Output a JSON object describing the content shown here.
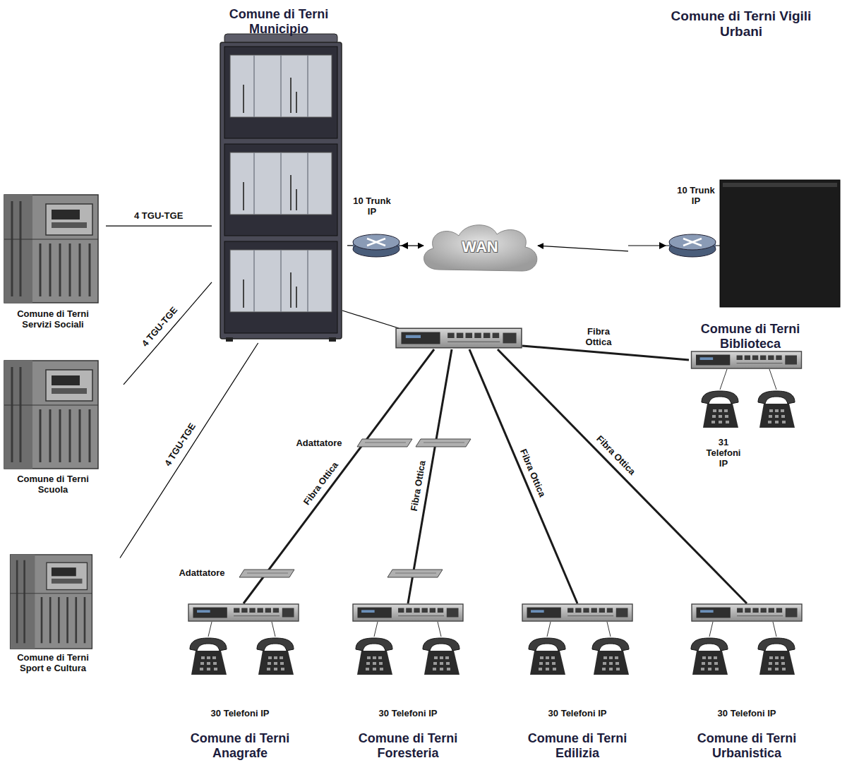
{
  "diagram": {
    "nodes": [
      {
        "text": [
          "Comune di Terni Municipio"
        ]
      },
      {
        "text": [
          "WAN"
        ]
      },
      {
        "text": [
          "Comune di Terni Vigili Urbani"
        ]
      },
      {
        "text": [
          "Comune di Terni Servizi Sociali"
        ]
      },
      {
        "text": [
          "Comune di Terni Scuola"
        ]
      },
      {
        "text": [
          "Comune di Terni Sport e Cultura"
        ]
      },
      {
        "text": [
          "Comune di Terni Biblioteca",
          "31 Telefoni IP"
        ]
      },
      {
        "text": [
          "30 Telefoni IP",
          "Comune di Terni Anagrafe"
        ]
      },
      {
        "text": [
          "30 Telefoni IP",
          "Comune di Terni Foresteria"
        ]
      },
      {
        "text": [
          "30 Telefoni IP",
          "Comune di Terni Edilizia"
        ]
      },
      {
        "text": [
          "30 Telefoni IP",
          "Comune di Terni Urbanistica"
        ]
      }
    ],
    "edges": [
      {
        "from": 0,
        "to": 1,
        "arrow": "to",
        "label": "10 Trunk IP"
      },
      {
        "from": 2,
        "to": 1,
        "arrow": "to",
        "label": "10 Trunk IP"
      },
      {
        "from": 0,
        "to": 3,
        "arrow": "none",
        "label": "4 TGU-TGE"
      },
      {
        "from": 0,
        "to": 4,
        "arrow": "none",
        "label": "4 TGU-TGE"
      },
      {
        "from": 0,
        "to": 5,
        "arrow": "none",
        "label": "4 TGU-TGE"
      }
    ],
    "labels": [
      "Fibra Ottica",
      "Adattatore",
      "Fibra Ottica",
      "Fibra Ottica",
      "Fibra Ottica",
      "Fibra Ottica",
      "Adattatore"
    ]
  }
}
